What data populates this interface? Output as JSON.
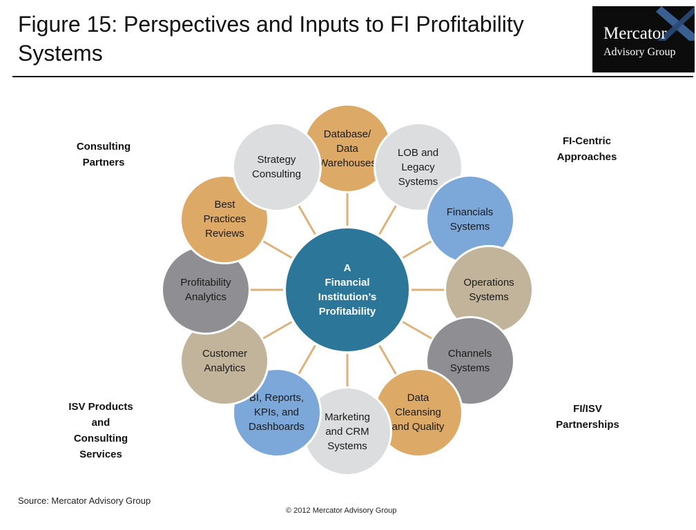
{
  "title": "Figure 15: Perspectives and Inputs to FI Profitability Systems",
  "logo": {
    "line1": "Mercator",
    "line2": "Advisory Group"
  },
  "colors": {
    "orange": "#DDA967",
    "light_gray": "#DCDDDE",
    "blue": "#7BA7D9",
    "tan": "#C2B49A",
    "dark_gray": "#8F8F93",
    "hub": "#2C7799",
    "spoke": "#DDB27A"
  },
  "hub": {
    "label": "A\nFinancial\nInstitution’s\nProfitability"
  },
  "nodes": [
    {
      "label": "Database/\nData\nWarehouses",
      "color": "orange"
    },
    {
      "label": "LOB and\nLegacy\nSystems",
      "color": "light_gray"
    },
    {
      "label": "Financials\nSystems",
      "color": "blue"
    },
    {
      "label": "Operations\nSystems",
      "color": "tan"
    },
    {
      "label": "Channels\nSystems",
      "color": "dark_gray"
    },
    {
      "label": "Data\nCleansing\nand Quality",
      "color": "orange"
    },
    {
      "label": "Marketing\nand CRM\nSystems",
      "color": "light_gray"
    },
    {
      "label": "BI, Reports,\nKPIs, and\nDashboards",
      "color": "blue"
    },
    {
      "label": "Customer\nAnalytics",
      "color": "tan"
    },
    {
      "label": "Profitability\nAnalytics",
      "color": "dark_gray"
    },
    {
      "label": "Best\nPractices\nReviews",
      "color": "orange"
    },
    {
      "label": "Strategy\nConsulting",
      "color": "light_gray"
    }
  ],
  "corners": {
    "top_left": "Consulting\nPartners",
    "top_right": "FI-Centric\nApproaches",
    "bottom_left": "ISV Products\nand\nConsulting\nServices",
    "bottom_right": "FI/ISV\nPartnerships"
  },
  "source": "Source: Mercator Advisory Group",
  "copyright": "© 2012 Mercator Advisory Group"
}
